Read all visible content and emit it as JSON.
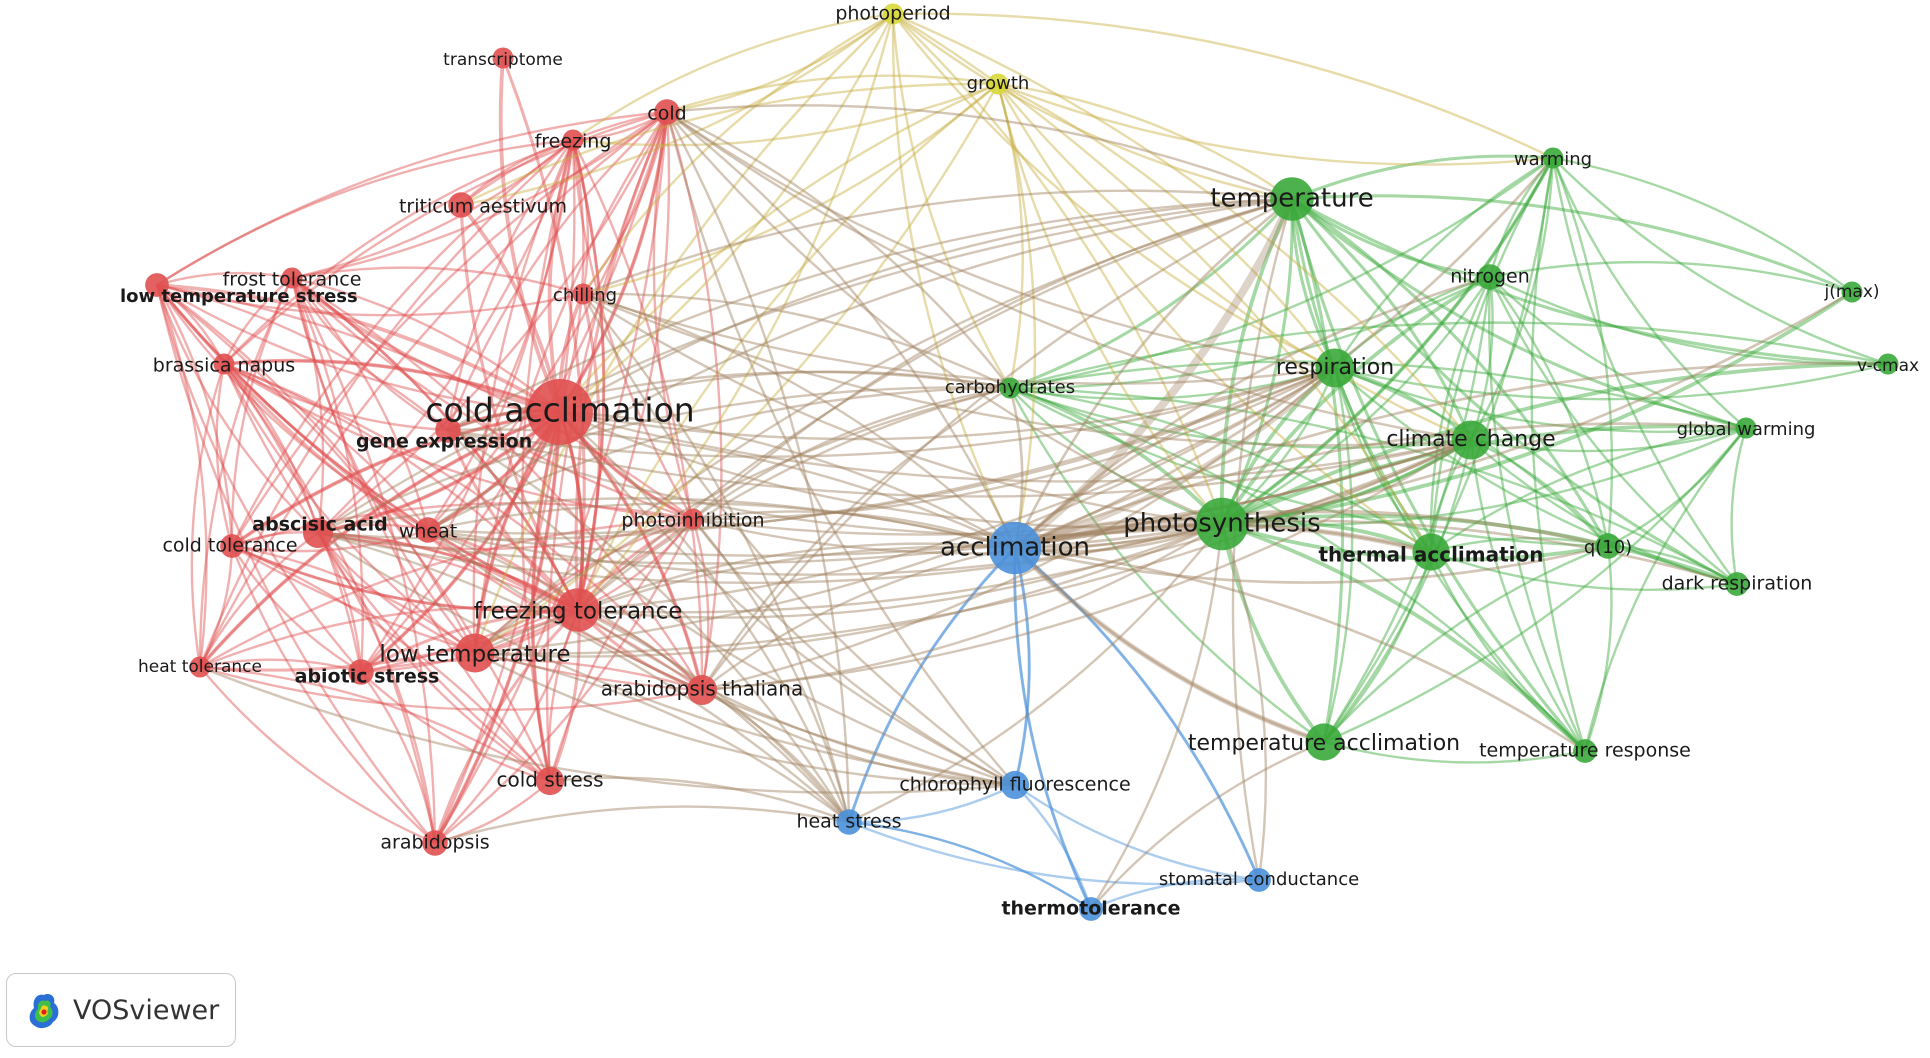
{
  "brand": "VOSviewer",
  "clusters": {
    "red": "#e05050",
    "green": "#3aa83a",
    "blue": "#4a90d9",
    "yellow": "#d8d83a"
  },
  "nodes": [
    {
      "id": "transcriptome",
      "label": "transcriptome",
      "cluster": "red",
      "weight": 1
    },
    {
      "id": "cold",
      "label": "cold",
      "cluster": "red",
      "weight": 1.5
    },
    {
      "id": "freezing",
      "label": "freezing",
      "cluster": "red",
      "weight": 1
    },
    {
      "id": "triticum aestivum",
      "label": "triticum aestivum",
      "cluster": "red",
      "weight": 1.5
    },
    {
      "id": "frost tolerance",
      "label": "frost tolerance",
      "cluster": "red",
      "weight": 1
    },
    {
      "id": "low temperature stress",
      "label": "low temperature stress",
      "cluster": "red",
      "weight": 1.3,
      "bold": true
    },
    {
      "id": "chilling",
      "label": "chilling",
      "cluster": "red",
      "weight": 1
    },
    {
      "id": "brassica napus",
      "label": "brassica napus",
      "cluster": "red",
      "weight": 1
    },
    {
      "id": "cold acclimation",
      "label": "cold acclimation",
      "cluster": "red",
      "weight": 6
    },
    {
      "id": "gene expression",
      "label": "gene expression",
      "cluster": "red",
      "weight": 1.5,
      "bold": true
    },
    {
      "id": "abscisic acid",
      "label": "abscisic acid",
      "cluster": "red",
      "weight": 2,
      "bold": true
    },
    {
      "id": "cold tolerance",
      "label": "cold tolerance",
      "cluster": "red",
      "weight": 1.3
    },
    {
      "id": "wheat",
      "label": "wheat",
      "cluster": "red",
      "weight": 1.5
    },
    {
      "id": "photoinhibition",
      "label": "photoinhibition",
      "cluster": "red",
      "weight": 1
    },
    {
      "id": "freezing tolerance",
      "label": "freezing tolerance",
      "cluster": "red",
      "weight": 3.5
    },
    {
      "id": "low temperature",
      "label": "low temperature",
      "cluster": "red",
      "weight": 3
    },
    {
      "id": "abiotic stress",
      "label": "abiotic stress",
      "cluster": "red",
      "weight": 1.5,
      "bold": true
    },
    {
      "id": "heat tolerance",
      "label": "heat tolerance",
      "cluster": "red",
      "weight": 1
    },
    {
      "id": "arabidopsis thaliana",
      "label": "arabidopsis thaliana",
      "cluster": "red",
      "weight": 2
    },
    {
      "id": "cold stress",
      "label": "cold stress",
      "cluster": "red",
      "weight": 1.8
    },
    {
      "id": "arabidopsis",
      "label": "arabidopsis",
      "cluster": "red",
      "weight": 1.5
    },
    {
      "id": "photoperiod",
      "label": "photoperiod",
      "cluster": "yellow",
      "weight": 1
    },
    {
      "id": "growth",
      "label": "growth",
      "cluster": "yellow",
      "weight": 1
    },
    {
      "id": "temperature",
      "label": "temperature",
      "cluster": "green",
      "weight": 3.5
    },
    {
      "id": "warming",
      "label": "warming",
      "cluster": "green",
      "weight": 1
    },
    {
      "id": "nitrogen",
      "label": "nitrogen",
      "cluster": "green",
      "weight": 1.5
    },
    {
      "id": "j(max)",
      "label": "j(max)",
      "cluster": "green",
      "weight": 1
    },
    {
      "id": "respiration",
      "label": "respiration",
      "cluster": "green",
      "weight": 3
    },
    {
      "id": "carbohydrates",
      "label": "carbohydrates",
      "cluster": "green",
      "weight": 1
    },
    {
      "id": "v-cmax",
      "label": "v-cmax",
      "cluster": "green",
      "weight": 1
    },
    {
      "id": "climate change",
      "label": "climate change",
      "cluster": "green",
      "weight": 3
    },
    {
      "id": "global warming",
      "label": "global warming",
      "cluster": "green",
      "weight": 1
    },
    {
      "id": "photosynthesis",
      "label": "photosynthesis",
      "cluster": "green",
      "weight": 4.5
    },
    {
      "id": "thermal acclimation",
      "label": "thermal acclimation",
      "cluster": "green",
      "weight": 2.8,
      "bold": true
    },
    {
      "id": "q(10)",
      "label": "q(10)",
      "cluster": "green",
      "weight": 1.5
    },
    {
      "id": "dark respiration",
      "label": "dark respiration",
      "cluster": "green",
      "weight": 1.3
    },
    {
      "id": "temperature acclimation",
      "label": "temperature acclimation",
      "cluster": "green",
      "weight": 2.8
    },
    {
      "id": "temperature response",
      "label": "temperature response",
      "cluster": "green",
      "weight": 1.3
    },
    {
      "id": "acclimation",
      "label": "acclimation",
      "cluster": "blue",
      "weight": 4.5
    },
    {
      "id": "chlorophyll fluorescence",
      "label": "chlorophyll fluorescence",
      "cluster": "blue",
      "weight": 1.8
    },
    {
      "id": "heat stress",
      "label": "heat stress",
      "cluster": "blue",
      "weight": 1.5
    },
    {
      "id": "stomatal conductance",
      "label": "stomatal conductance",
      "cluster": "blue",
      "weight": 1.3
    },
    {
      "id": "thermotolerance",
      "label": "thermotolerance",
      "cluster": "blue",
      "weight": 1.3,
      "bold": true
    }
  ]
}
